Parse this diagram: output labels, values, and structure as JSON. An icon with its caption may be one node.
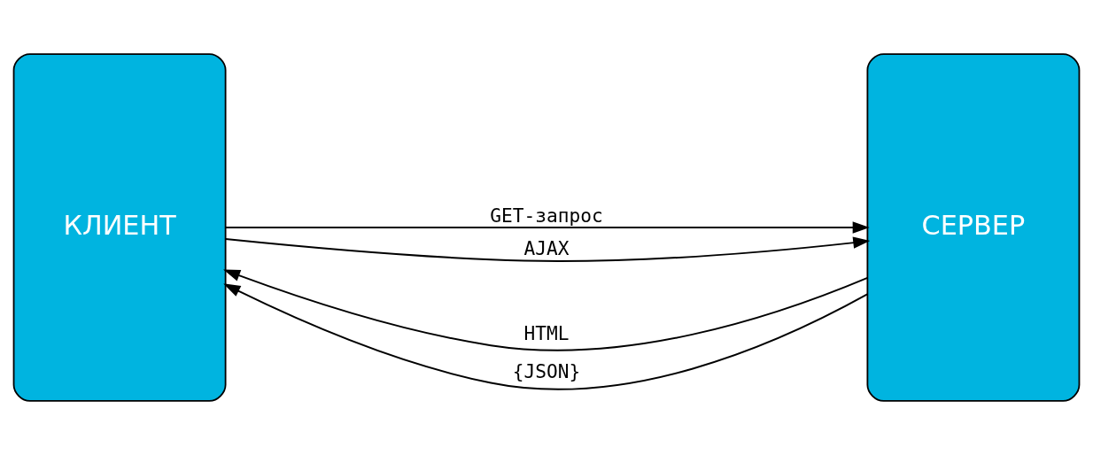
{
  "diagram": {
    "nodes": [
      {
        "text": [
          "КЛИЕНТ"
        ]
      },
      {
        "text": [
          "СЕРВЕР"
        ]
      }
    ],
    "edges": [
      {
        "from": 0,
        "to": 1,
        "arrow": "to",
        "label": "GET-запрос"
      },
      {
        "from": 1,
        "to": 0,
        "arrow": "to",
        "label": "HTML"
      },
      {
        "from": 0,
        "to": 1,
        "arrow": "to",
        "label": "AJAX"
      },
      {
        "from": 1,
        "to": 0,
        "arrow": "to",
        "label": "{JSON}"
      }
    ]
  }
}
